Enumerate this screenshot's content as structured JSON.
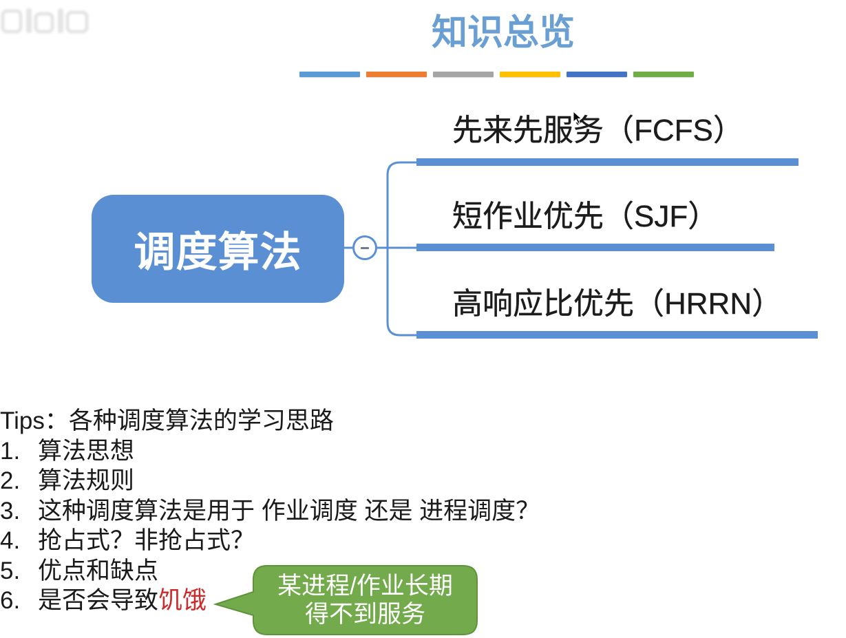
{
  "slide": {
    "title": "知识总览",
    "title_color": "#6a9fd4",
    "divider_bars": [
      {
        "color": "#5b9bd5"
      },
      {
        "color": "#ed7d31"
      },
      {
        "color": "#a5a5a5"
      },
      {
        "color": "#ffc000"
      },
      {
        "color": "#4472c4"
      },
      {
        "color": "#70ad47"
      }
    ]
  },
  "mindmap": {
    "root": {
      "label": "调度算法",
      "color": "#5b8fd4"
    },
    "collapse_toggle": {
      "icon": "minus-icon"
    },
    "branches": [
      {
        "label": "先来先服务（FCFS）"
      },
      {
        "label": "短作业优先（SJF）"
      },
      {
        "label": "高响应比优先（HRRN）"
      }
    ]
  },
  "tips": {
    "heading": "Tips：各种调度算法的学习思路",
    "items": [
      {
        "number": "1.",
        "text": "算法思想"
      },
      {
        "number": "2.",
        "text": "算法规则"
      },
      {
        "number": "3.",
        "text": "这种调度算法是用于 作业调度 还是 进程调度？"
      },
      {
        "number": "4.",
        "text": "抢占式？非抢占式？"
      },
      {
        "number": "5.",
        "text": "优点和缺点"
      },
      {
        "number": "6.",
        "text": "是否会导致",
        "highlight": "饥饿"
      }
    ],
    "highlight_color": "#cc2b2b"
  },
  "callout": {
    "lines": [
      "某进程/作业长期",
      "得不到服务"
    ],
    "fill_color": "#73ab4c",
    "border_color": "#5e933b",
    "text_color": "#ffffff"
  },
  "cursor": {
    "icon": "mouse-cursor-icon"
  }
}
